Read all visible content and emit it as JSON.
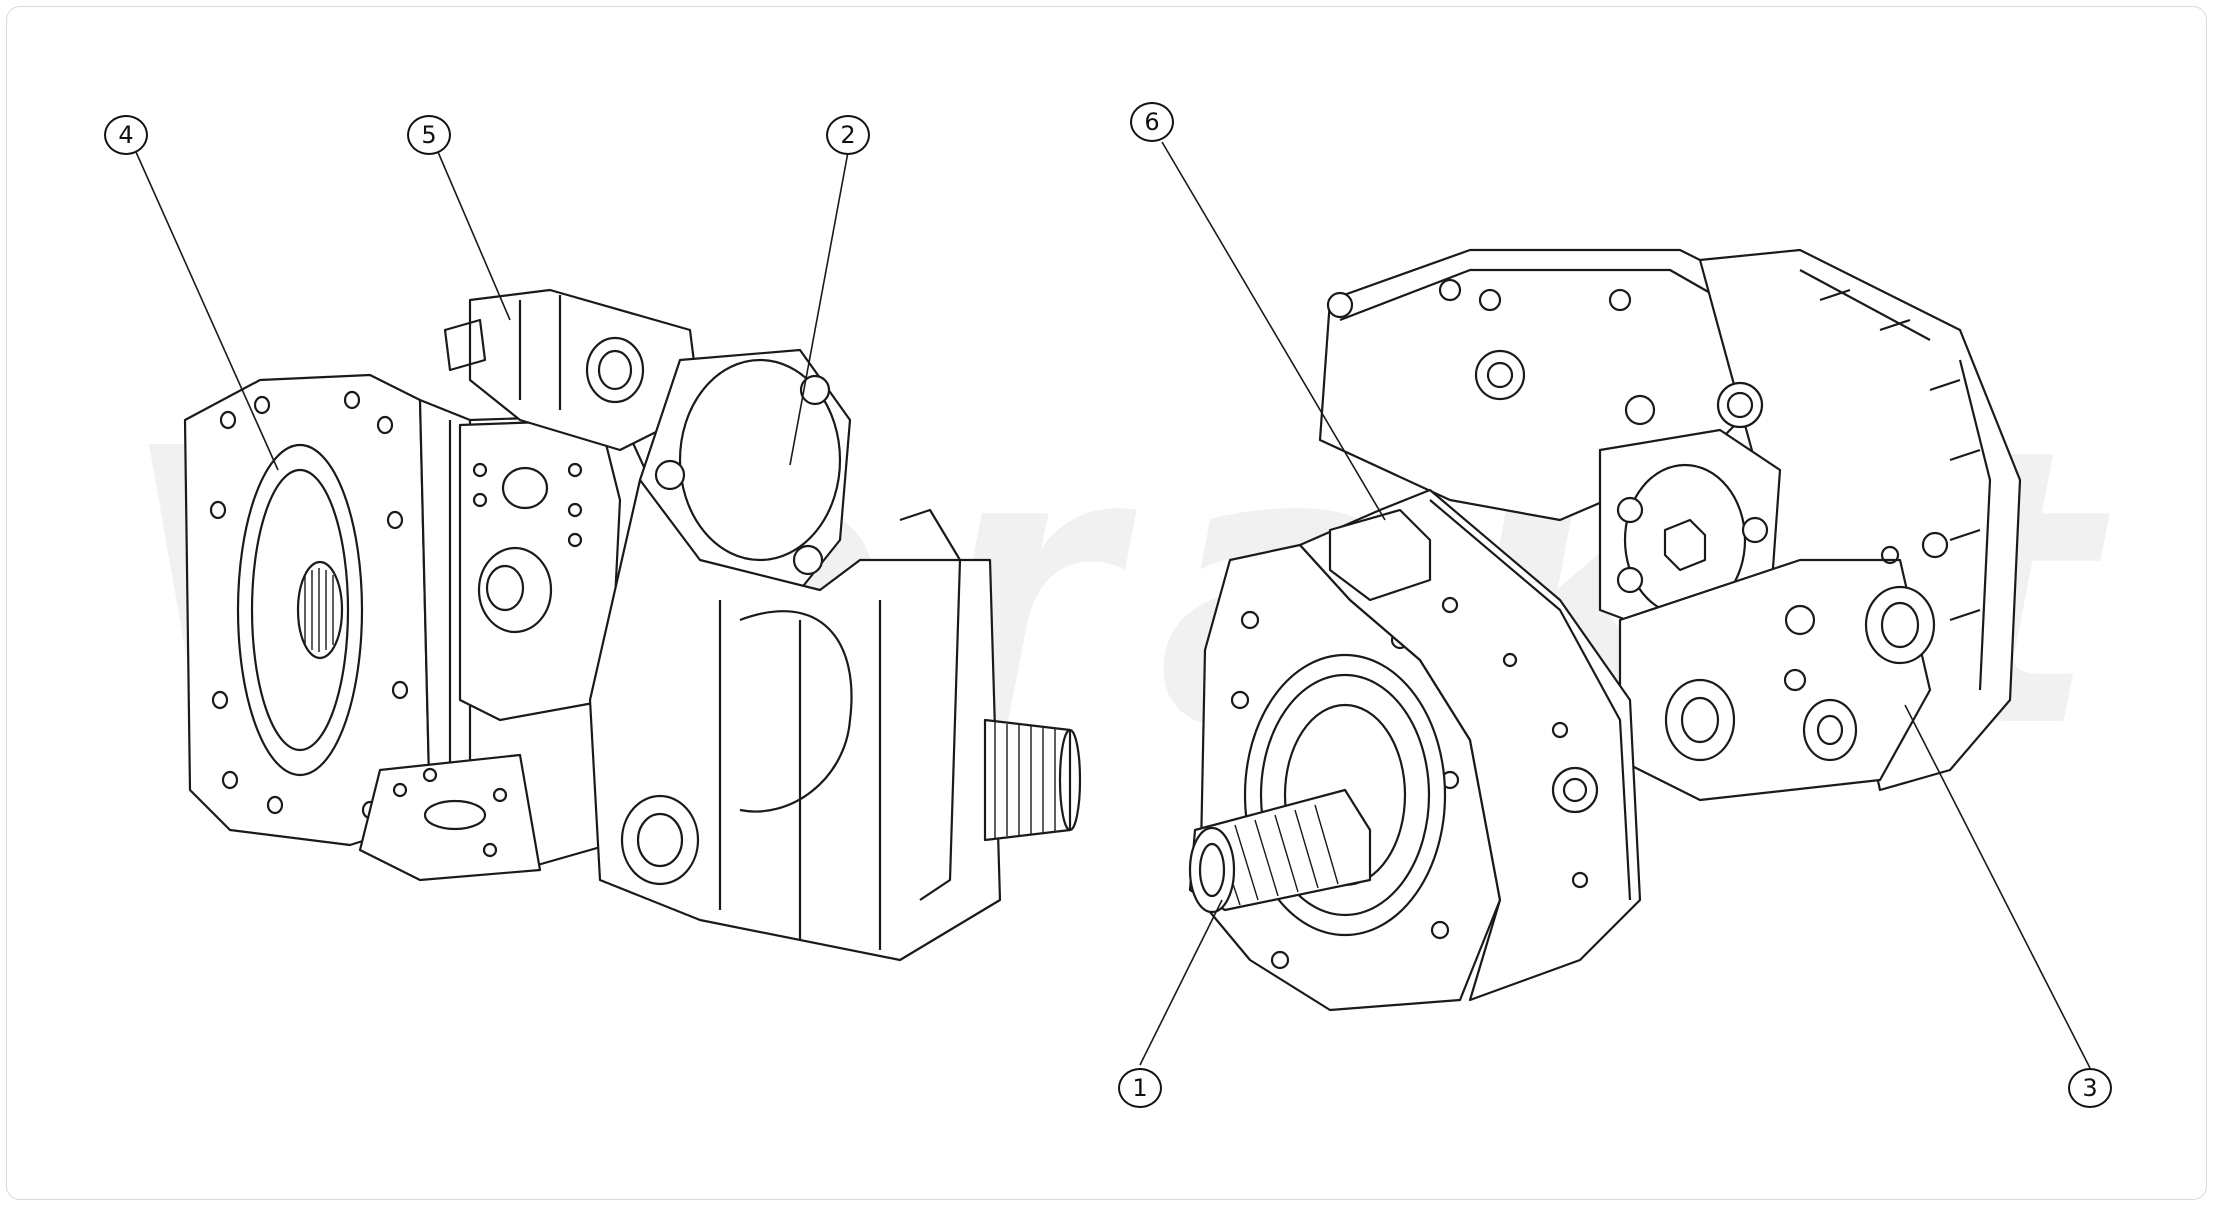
{
  "diagram": {
    "callouts": [
      {
        "id": "callout-1",
        "label": "1"
      },
      {
        "id": "callout-2",
        "label": "2"
      },
      {
        "id": "callout-3",
        "label": "3"
      },
      {
        "id": "callout-4",
        "label": "4"
      },
      {
        "id": "callout-5",
        "label": "5"
      },
      {
        "id": "callout-6",
        "label": "6"
      }
    ],
    "watermark": "Vibrakit"
  }
}
